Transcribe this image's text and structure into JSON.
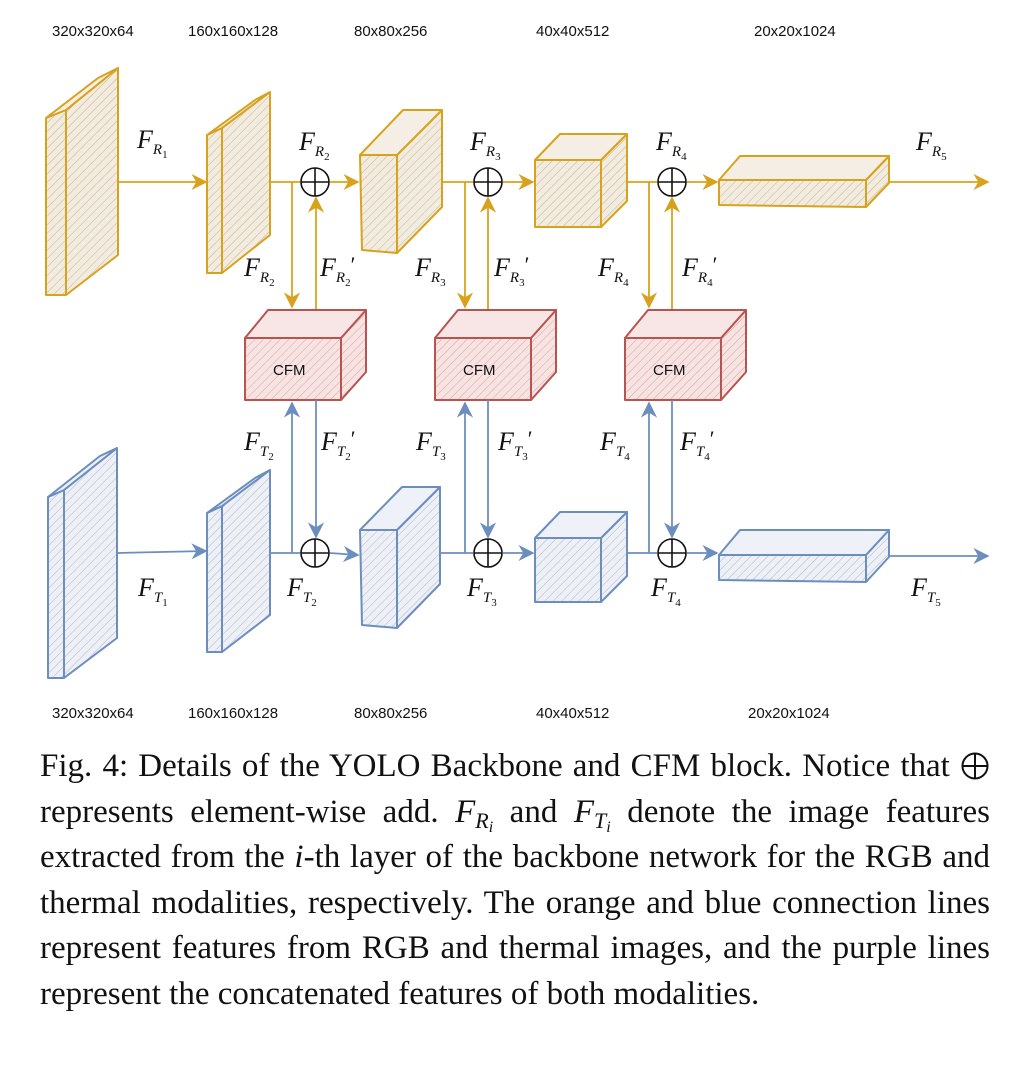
{
  "diagram": {
    "top_dims": [
      "320x320x64",
      "160x160x128",
      "80x80x256",
      "40x40x512",
      "20x20x1024"
    ],
    "bottom_dims": [
      "320x320x64",
      "160x160x128",
      "80x80x256",
      "40x40x512",
      "20x20x1024"
    ],
    "cfm_labels": [
      "CFM",
      "CFM",
      "CFM"
    ],
    "rgb_labels": {
      "base": "F",
      "sub": "R",
      "stage_indices": [
        "1",
        "2",
        "3",
        "4",
        "5"
      ],
      "prime": "′"
    },
    "thermal_labels": {
      "base": "F",
      "sub": "T",
      "stage_indices": [
        "1",
        "2",
        "3",
        "4",
        "5"
      ],
      "prime": "′"
    },
    "colors": {
      "rgb_stroke": "#d9a21c",
      "rgb_fill": "#e8e1d6",
      "thermal_stroke": "#6c8ebf",
      "thermal_fill": "#dfe3ec",
      "cfm_stroke": "#b85450",
      "cfm_fill": "#f3dcdb"
    }
  },
  "caption": {
    "fig_label": "Fig. 4:",
    "part1": "Details of the YOLO Backbone and CFM block. Notice that",
    "part2": "represents element-wise add.",
    "sym_base": "F",
    "sym_r": "R",
    "sym_t": "T",
    "sym_i": "i",
    "and_word": "and",
    "part3": "denote the image features extracted from the",
    "part4": "-th layer of the backbone network for the RGB and thermal modalities, respectively. The orange and blue connection lines represent features from RGB and thermal images, and the purple lines represent the concatenated features of both modalities."
  }
}
